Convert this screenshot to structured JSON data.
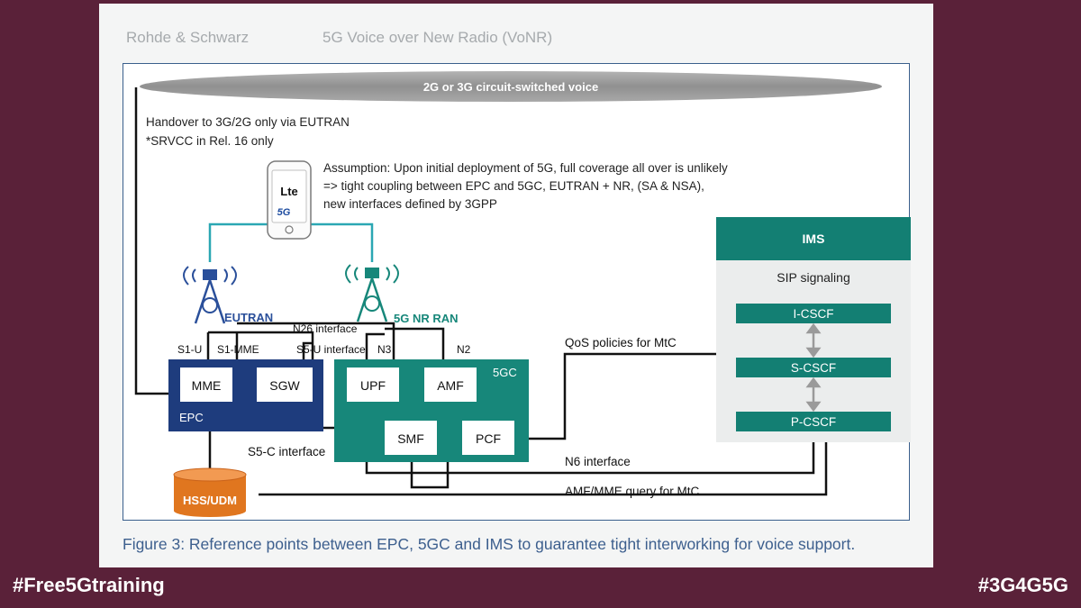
{
  "header": {
    "brand": "Rohde & Schwarz",
    "title": "5G Voice over New Radio (VoNR)"
  },
  "diagram": {
    "cs_voice_label": "2G or 3G circuit-switched voice",
    "handover_note": [
      "Handover to 3G/2G only via EUTRAN",
      "*SRVCC in Rel. 16 only"
    ],
    "assumption_note": [
      "Assumption: Upon initial deployment of 5G, full coverage all over is unlikely",
      "=> tight coupling between EPC and 5GC, EUTRAN + NR, (SA & NSA),",
      "new interfaces defined by 3GPP"
    ],
    "phone": {
      "lte": "Lte",
      "fiveg": "5G"
    },
    "eutran_label": "EUTRAN",
    "nr_ran_label": "5G NR RAN",
    "interfaces": {
      "n26": "N26 interface",
      "s1u": "S1-U",
      "s1mme": "S1-MME",
      "s5u": "S5-U interface",
      "n3": "N3",
      "n2": "N2",
      "s5c": "S5-C interface",
      "qos": "QoS policies for MtC",
      "n6": "N6 interface",
      "amf_query": "AMF/MME query for MtC"
    },
    "epc": {
      "label": "EPC",
      "mme": "MME",
      "sgw": "SGW"
    },
    "fivegc": {
      "label": "5GC",
      "upf": "UPF",
      "amf": "AMF",
      "smf": "SMF",
      "pcf": "PCF"
    },
    "hss": "HSS/UDM",
    "ims": {
      "title": "IMS",
      "subtitle": "SIP signaling",
      "icscf": "I-CSCF",
      "scscf": "S-CSCF",
      "pcscf": "P-CSCF"
    }
  },
  "caption": "Figure 3: Reference points between EPC, 5GC and IMS to guarantee tight interworking for voice support.",
  "hashtags": {
    "left": "#Free5Gtraining",
    "right": "#3G4G5G"
  },
  "colors": {
    "background": "#5a2139",
    "epc": "#1e3c7d",
    "fivegc": "#17877a",
    "ims_header": "#137f73",
    "hss": "#e0761f",
    "caption": "#3d5f8e"
  }
}
